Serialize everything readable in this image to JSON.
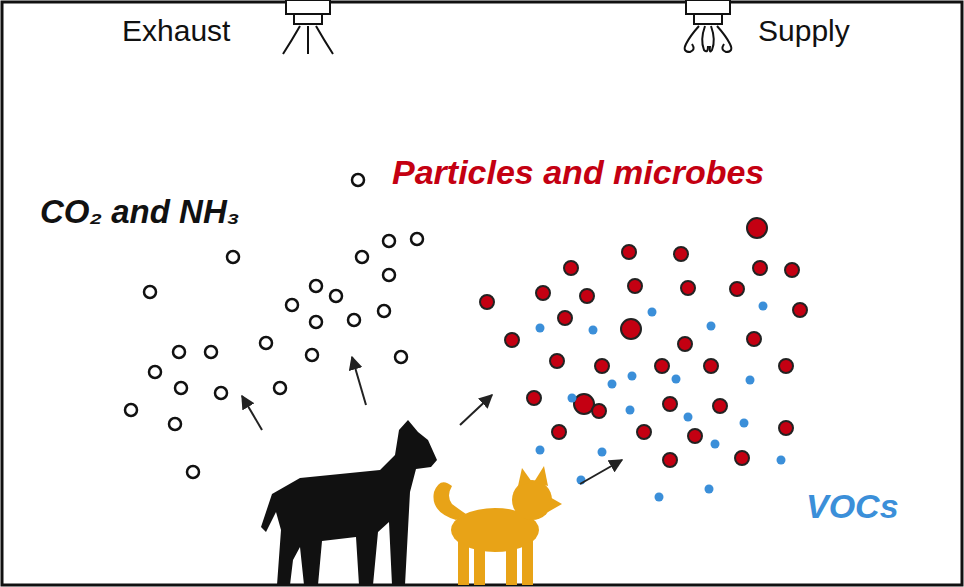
{
  "diagram": {
    "labels": [
      "Exhaust",
      "Supply",
      "CO₂ and NH₃",
      "Particles and microbes",
      "VOCs"
    ]
  }
}
